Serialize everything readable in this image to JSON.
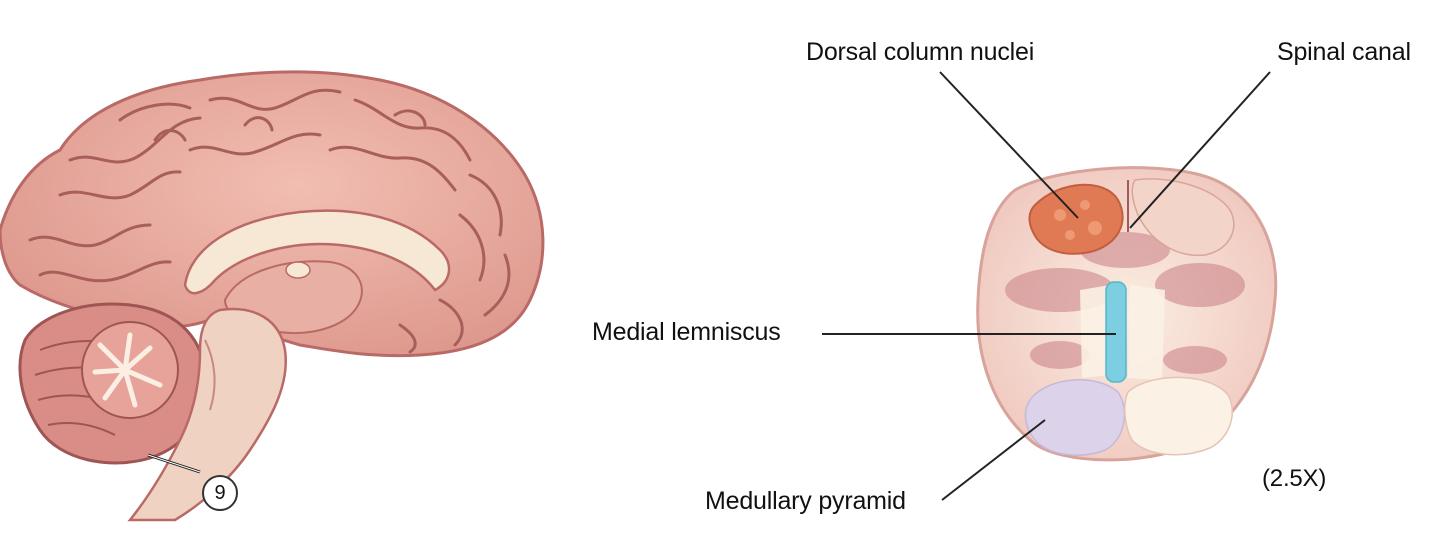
{
  "labels": {
    "dorsal_column_nuclei": "Dorsal column nuclei",
    "spinal_canal": "Spinal canal",
    "medial_lemniscus": "Medial lemniscus",
    "medullary_pyramid": "Medullary pyramid",
    "magnification": "(2.5X)"
  },
  "section_marker": "9",
  "colors": {
    "brain_tissue": "#e8a79c",
    "brain_outline": "#b96a66",
    "white_matter": "#f7e8d6",
    "medulla_outer": "#f3c9c0",
    "dorsal_column_nuclei": "#e07a55",
    "medial_lemniscus": "#7ccfe0",
    "medullary_pyramid": "#dcd3ea",
    "leader_line": "#222222"
  }
}
